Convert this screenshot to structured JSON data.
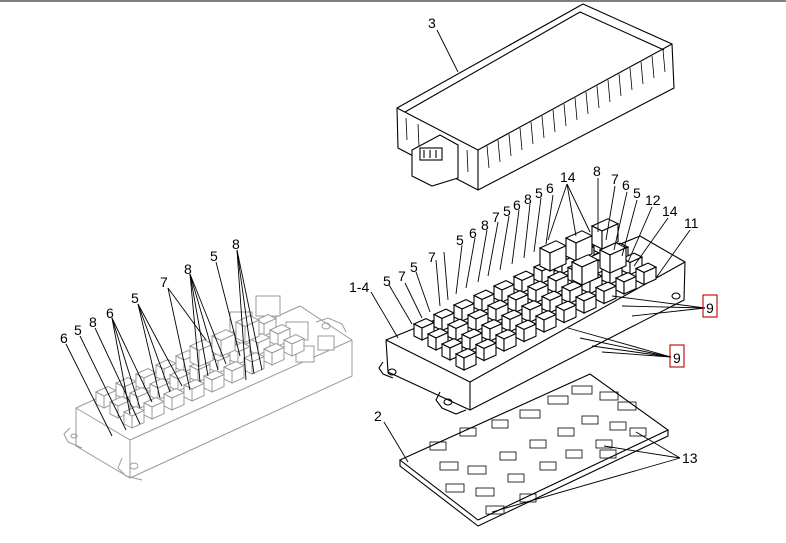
{
  "callouts": {
    "c3": "3",
    "c14a": "14",
    "c8a": "8",
    "c7a": "7",
    "c6a": "6",
    "c5a": "5",
    "c12": "12",
    "c14b": "14",
    "c11": "11",
    "c6b": "6",
    "c5b": "5",
    "c8b": "8",
    "c6c": "6",
    "c5c": "5",
    "c7b": "7",
    "c8c": "8",
    "c6d": "6",
    "c5d": "5",
    "c7c": "7",
    "c5e": "5",
    "c7d": "7",
    "c5f": "5",
    "c1_4": "1-4",
    "c9a": "9",
    "c9b": "9",
    "c2": "2",
    "c13": "13",
    "g8a": "8",
    "g5a": "5",
    "g7": "7",
    "g8b": "8",
    "g5b": "5",
    "g6a": "6",
    "g8c": "8",
    "g5c": "5",
    "g6b": "6"
  },
  "colors": {
    "highlight": "#c00000",
    "line": "#000000",
    "ghost": "#9a9a9a"
  }
}
